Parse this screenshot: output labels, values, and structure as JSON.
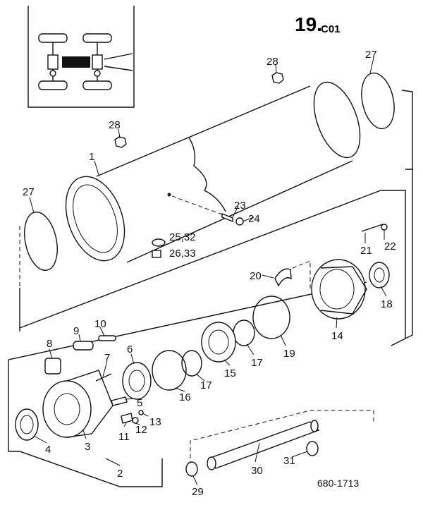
{
  "header": {
    "number": "19.",
    "suffix": "C01"
  },
  "footer": {
    "drawing_code": "680-1713"
  },
  "callouts": {
    "p1": "1",
    "p2": "2",
    "p3": "3",
    "p4": "4",
    "p5": "5",
    "p6": "6",
    "p7": "7",
    "p8": "8",
    "p9": "9",
    "p10": "10",
    "p11": "11",
    "p12": "12",
    "p13": "13",
    "p14": "14",
    "p15": "15",
    "p16": "16",
    "p17a": "17",
    "p17b": "17",
    "p18": "18",
    "p19": "19",
    "p20": "20",
    "p21": "21",
    "p22": "22",
    "p23": "23",
    "p24": "24",
    "p25": "25,32",
    "p26": "26,33",
    "p27a": "27",
    "p27b": "27",
    "p28a": "28",
    "p28b": "28",
    "p29": "29",
    "p30": "30",
    "p31": "31"
  }
}
